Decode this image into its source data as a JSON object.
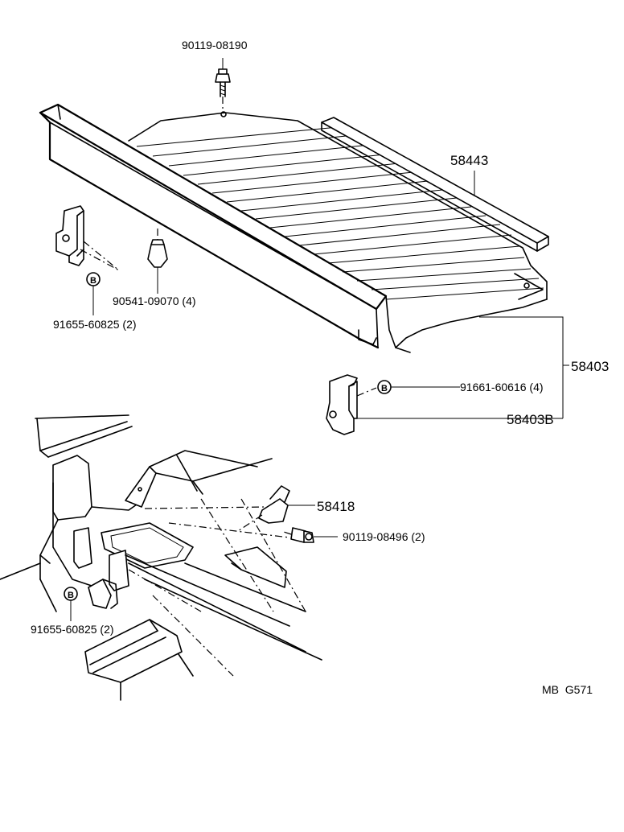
{
  "labels": {
    "bolt_top": "90119-08190",
    "side_rail": "58443",
    "plug": "90541-09070 (4)",
    "clip_left": "91655-60825 (2)",
    "assembly": "58403",
    "clip_right": "91661-60616 (4)",
    "bracket": "58403B",
    "hook": "58418",
    "bolt_hook": "90119-08496 (2)",
    "clip_bottom": "91655-60825 (2)",
    "marker_b": "B",
    "diagram_code": "MB  G571"
  }
}
